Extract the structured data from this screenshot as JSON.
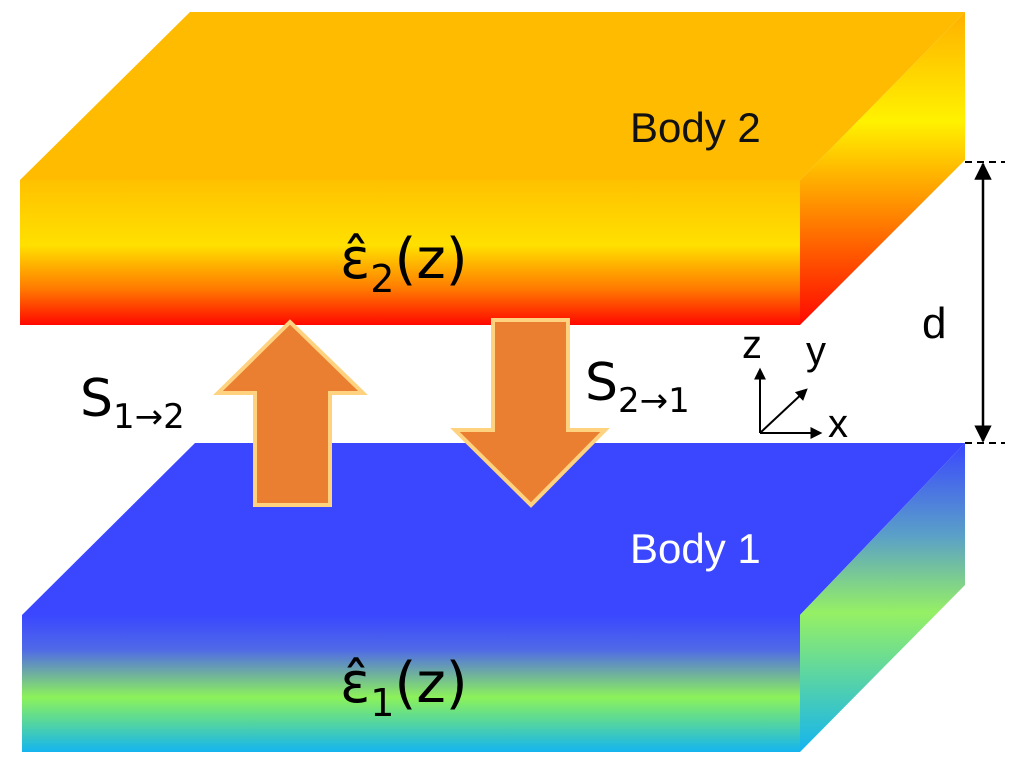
{
  "body2": {
    "label": "Body 2",
    "permittivity_symbol": "ε̂",
    "permittivity_subscript": "2",
    "permittivity_argument": "(z)"
  },
  "body1": {
    "label": "Body 1",
    "permittivity_symbol": "ε̂",
    "permittivity_subscript": "1",
    "permittivity_argument": "(z)"
  },
  "flux_up": {
    "symbol": "S",
    "subscript": "1→2"
  },
  "flux_down": {
    "symbol": "S",
    "subscript": "2→1"
  },
  "gap": {
    "label": "d"
  },
  "axes": {
    "x": "x",
    "y": "y",
    "z": "z"
  },
  "colors": {
    "body2_top": "#FFBB00",
    "body2_mid": "#FFE100",
    "body2_bottom": "#FF0A00",
    "body1_top": "#3A47FF",
    "body1_mid": "#8CF25A",
    "body1_bottom": "#14B4F0",
    "flux_arrow_fill": "#EA7E31",
    "flux_arrow_stroke": "#FFD27F",
    "body1_label_color": "#FFFFFF",
    "body2_label_color": "#111111",
    "line_color": "#000000"
  }
}
